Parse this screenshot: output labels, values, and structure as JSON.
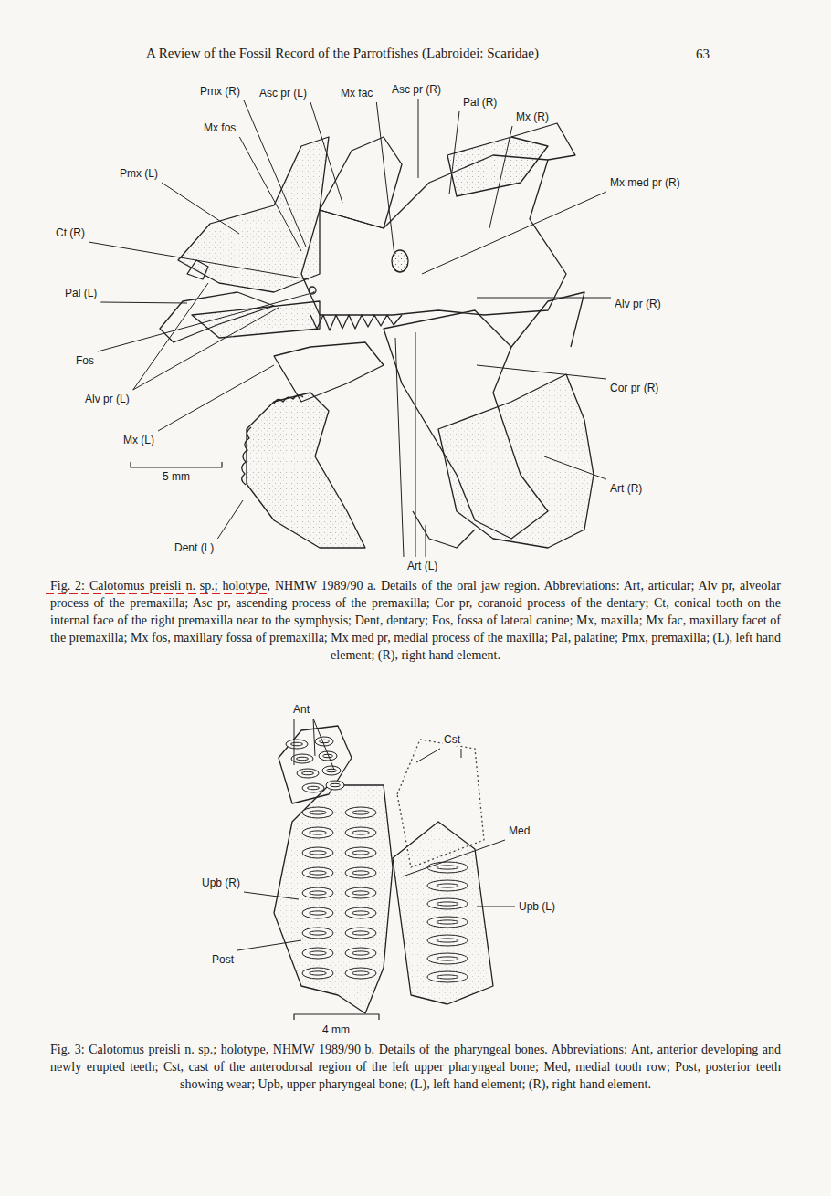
{
  "diagram": {
    "title": "A Review of the Fossil Record of the Parrotfishes (Labroidei: Scaridae)",
    "caption": "Fig. 2: Calotomus preisli n. sp.; holotype, NHMW 1989/90 a. Details of the oral jaw region. Abbreviations: Art, articular; Alv pr, alveolar process of the premaxilla; Asc pr, ascending process of the premaxilla; Cor pr, coranoid process of the dentary; Ct, conical tooth on the internal face of the right premaxilla near to the symphysis; Dent, dentary; Fos, fossa of lateral canine; Mx, maxilla; Mx fac, maxillary facet of the premaxilla; Mx fos, maxillary fossa of premaxilla; Mx med pr, medial process of the maxilla; Pal, palatine; Pmx, premaxilla; (L), left hand element; (R), right hand element.",
    "labels": [
      "63",
      "Pmx (R)",
      "Asc pr (L)",
      "Mx fac",
      "Asc pr (R)",
      "Pal (R)",
      "Mx (R)",
      "Mx fos",
      "Pmx (L)",
      "Mx med pr (R)",
      "Ct (R)",
      "Pal (L)",
      "Alv pr (R)",
      "Fos",
      "Cor pr (R)",
      "Alv pr (L)",
      "Mx (L)",
      "5 mm",
      "Art (R)",
      "Dent (L)",
      "Art (L)",
      "Ant",
      "Cst",
      "Med",
      "Upb (R)",
      "Upb (L)",
      "Post",
      "4 mm",
      "Fig. 3: Calotomus preisli n. sp.; holotype, NHMW 1989/90 b. Details of the pharyngeal bones. Abbreviations: Ant, anterior developing and newly erupted teeth; Cst, cast of the anterodorsal region of the left upper pharyngeal bone; Med, medial tooth row; Post, posterior teeth showing wear; Upb, upper pharyngeal bone; (L), left hand element; (R), right hand element."
    ]
  }
}
